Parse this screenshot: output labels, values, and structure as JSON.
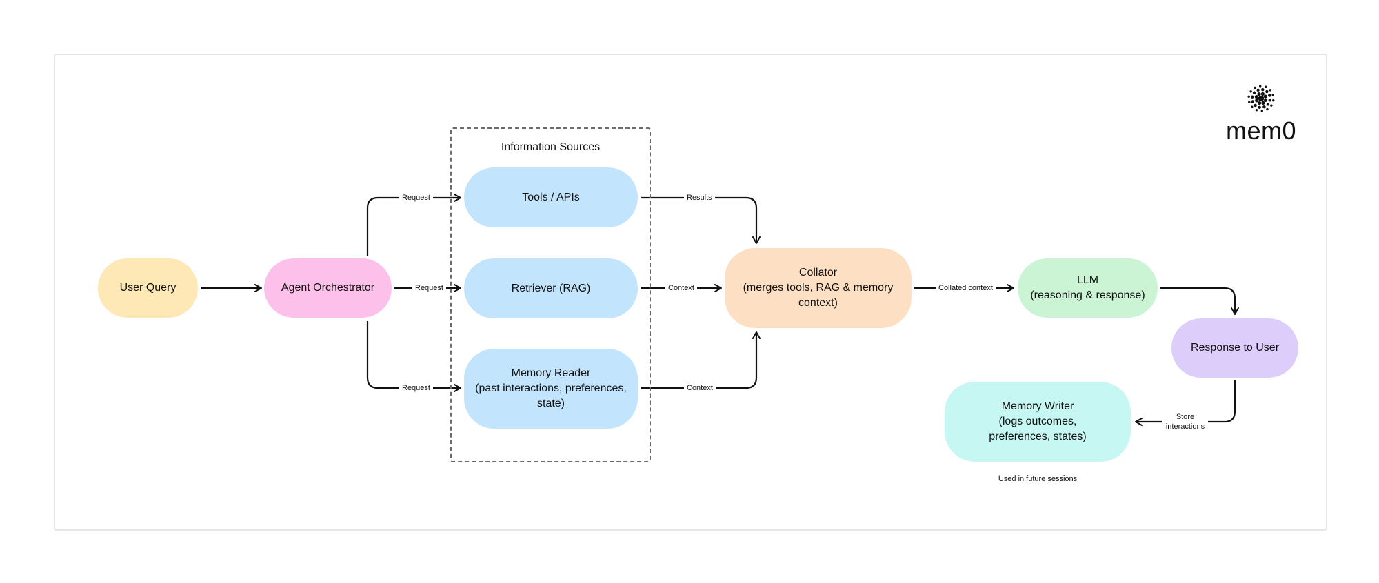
{
  "brand": {
    "name": "mem0",
    "icon": "dotted-flower-icon"
  },
  "group": {
    "title": "Information Sources"
  },
  "nodes": {
    "user_query": {
      "label": "User Query",
      "color": "#fde8b6"
    },
    "orchestrator": {
      "label": "Agent Orchestrator",
      "color": "#fdc0ea"
    },
    "tools": {
      "label": "Tools / APIs",
      "color": "#c2e4fc"
    },
    "retriever": {
      "label": "Retriever (RAG)",
      "color": "#c2e4fc"
    },
    "memory_reader": {
      "label": "Memory Reader\n(past interactions, preferences,\nstate)",
      "color": "#c2e4fc"
    },
    "collator": {
      "label": "Collator\n(merges tools, RAG & memory\ncontext)",
      "color": "#fde0c4"
    },
    "llm": {
      "label": "LLM\n(reasoning & response)",
      "color": "#caf4d4"
    },
    "response": {
      "label": "Response to User",
      "color": "#dccdfa"
    },
    "memory_writer": {
      "label": "Memory Writer\n(logs outcomes,\npreferences, states)",
      "color": "#c6f7f3"
    }
  },
  "edge_labels": {
    "req_tools": "Request",
    "req_retriever": "Request",
    "req_memory": "Request",
    "results": "Results",
    "context_rag": "Context",
    "context_memory": "Context",
    "collated": "Collated context",
    "store": "Store\ninteractions"
  },
  "notes": {
    "future": "Used in future sessions"
  }
}
